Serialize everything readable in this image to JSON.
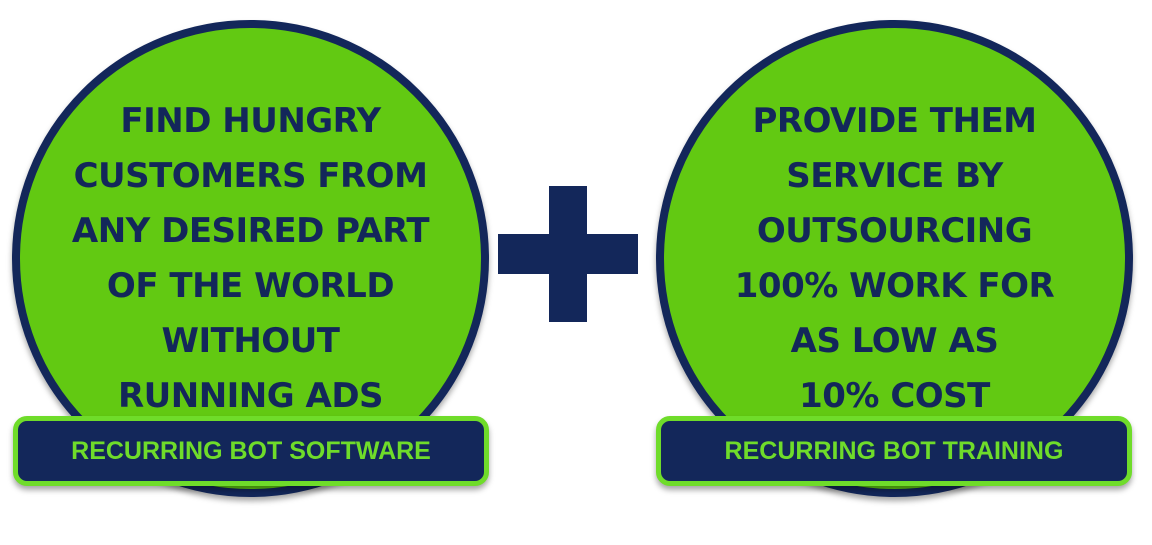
{
  "left_panel": {
    "lines": [
      "FIND HUNGRY",
      "CUSTOMERS FROM",
      "ANY DESIRED PART",
      "OF THE WORLD",
      "WITHOUT",
      "RUNNING ADS"
    ],
    "label": "RECURRING BOT SOFTWARE"
  },
  "right_panel": {
    "lines": [
      "PROVIDE THEM",
      "SERVICE BY",
      "OUTSOURCING",
      "100% WORK FOR",
      "AS LOW AS",
      "10% COST"
    ],
    "label": "RECURRING BOT TRAINING"
  },
  "colors": {
    "green": "#62c912",
    "navy": "#13275a",
    "label_green": "#6fdc2a"
  },
  "icons": {
    "plus": "plus-icon"
  }
}
